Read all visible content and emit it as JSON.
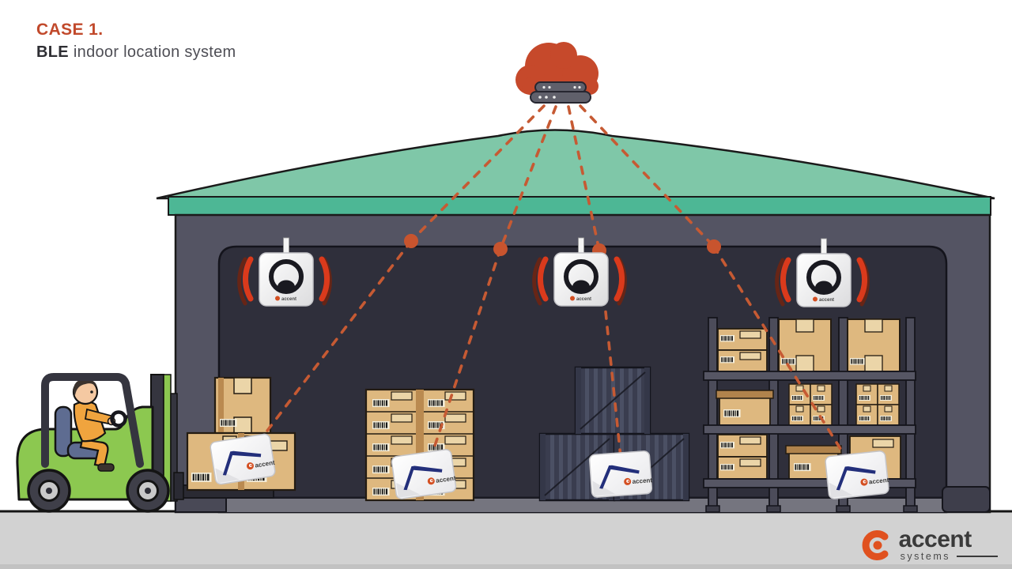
{
  "header": {
    "case_label": "CASE 1.",
    "title_emphasis": "BLE",
    "title_text": "indoor location system"
  },
  "branding": {
    "name": "accent",
    "subname": "systems"
  },
  "scene": {
    "gateway_count": 3,
    "asset_tag_count": 4,
    "ceiling_anchor_dots": 4,
    "cloud_link_count": 4,
    "objects": [
      "cloud server",
      "warehouse",
      "ceiling BLE gateways",
      "BLE asset tags on goods",
      "forklift with driver",
      "cardboard box stacks",
      "shipping containers",
      "storage rack with boxes"
    ]
  },
  "colors": {
    "accent_orange": "#C6492B",
    "dashed_link": "#C65A33",
    "anchor_dot": "#C8542E",
    "roof_teal": "#7FC7A8",
    "roof_band_teal": "#4DB795",
    "wall_gray": "#545463",
    "interior_dark": "#2F2F3B",
    "box_tan": "#DEB87F",
    "forklift_green": "#8CC850",
    "tag_swoosh_navy": "#232F7B",
    "signal_red": "#DA3A1C",
    "floor_gray": "#D2D2D2"
  }
}
